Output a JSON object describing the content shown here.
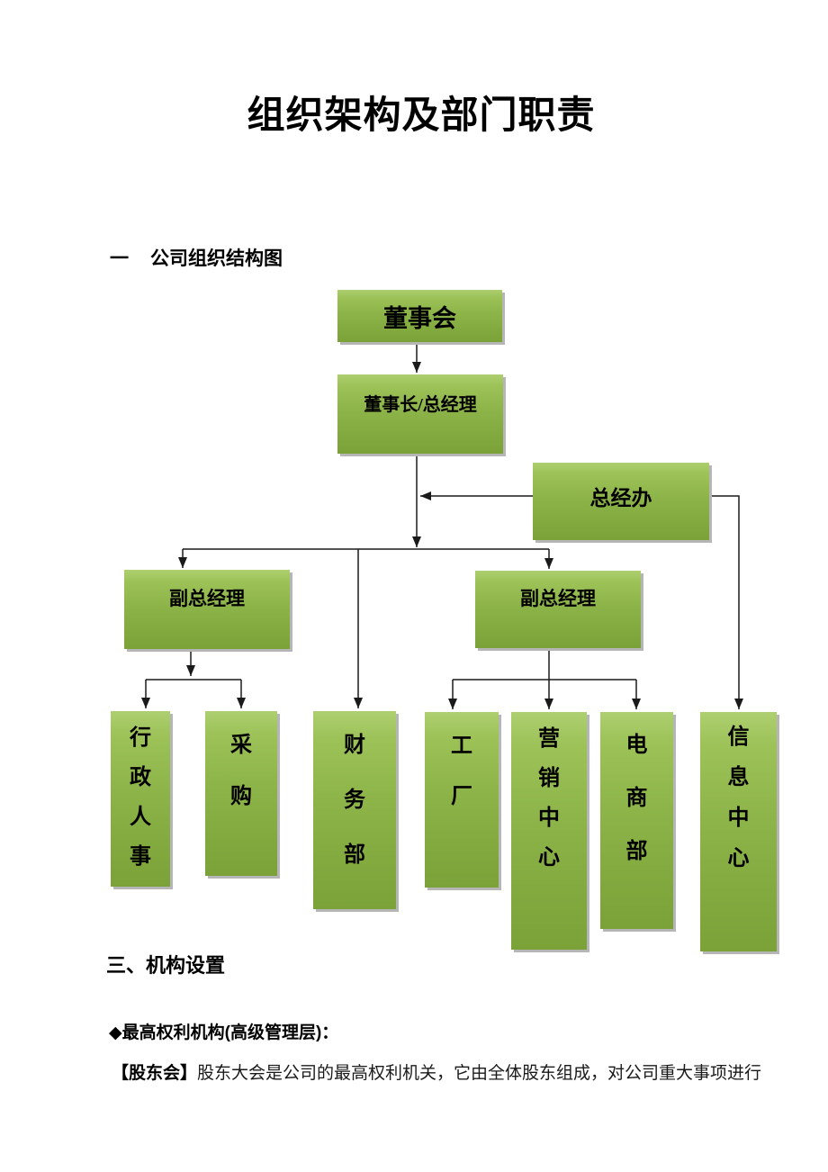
{
  "document": {
    "title": "组织架构及部门职责",
    "section_one": {
      "number": "一",
      "title": "公司组织结构图"
    },
    "section_three": {
      "title": "三、机构设置"
    },
    "bullet_heading": "◆最高权利机构(高级管理层)：",
    "shareholder_paragraph": {
      "term": "【股东会】",
      "text": "股东大会是公司的最高权利机关，它由全体股东组成，对公司重大事项进行"
    }
  },
  "org_chart": {
    "nodes": [
      {
        "id": "board-of-directors",
        "label": "董事会"
      },
      {
        "id": "chairman-general-manager",
        "label": "董事长/总经理"
      },
      {
        "id": "general-manager-office",
        "label": "总经办"
      },
      {
        "id": "deputy-gm-left",
        "label": "副总经理"
      },
      {
        "id": "deputy-gm-right",
        "label": "副总经理"
      },
      {
        "id": "admin-hr",
        "label": "行政人事"
      },
      {
        "id": "procurement",
        "label": "采购"
      },
      {
        "id": "finance-dept",
        "label": "财务部"
      },
      {
        "id": "factory",
        "label": "工厂"
      },
      {
        "id": "marketing-center",
        "label": "营销中心"
      },
      {
        "id": "ecommerce-dept",
        "label": "电商部"
      },
      {
        "id": "information-center",
        "label": "信息中心"
      }
    ],
    "colors": {
      "box_gradient_top": "#a3c868",
      "box_gradient_bottom": "#7ba238",
      "box_shadow": "#b6b6b6",
      "connector": "#1a1a1a"
    }
  }
}
